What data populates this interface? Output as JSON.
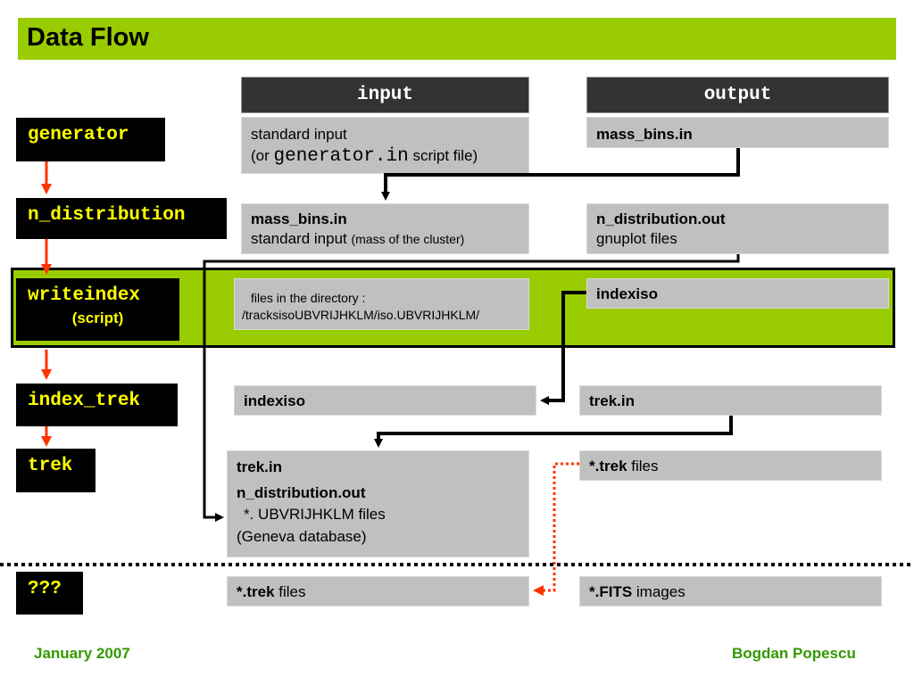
{
  "title": "Data Flow",
  "columns": {
    "input": "input",
    "output": "output"
  },
  "steps": {
    "generator": "generator",
    "n_distribution": "n_distribution",
    "writeindex": "writeindex",
    "writeindex_sub": "(script)",
    "index_trek": "index_trek",
    "trek": "trek",
    "unknown": "???"
  },
  "rows": {
    "generator": {
      "input_line1": "standard input",
      "input_open": "(or ",
      "input_mono": "generator.in",
      "input_close": " script file)",
      "output": "mass_bins.in"
    },
    "n_distribution": {
      "input_bold": "mass_bins.in",
      "input_line2": "standard input ",
      "input_small": "(mass of the cluster)",
      "output_bold": "n_distribution.out",
      "output_line2": "gnuplot files"
    },
    "writeindex": {
      "input_line1": "files in the directory :",
      "input_line2": "/tracksisoUBVRIJHKLM/iso.UBVRIJHKLM/",
      "output": "indexiso"
    },
    "index_trek": {
      "input": "indexiso",
      "output": "trek.in"
    },
    "trek": {
      "input_line1": "trek.in",
      "input_line2": "n_distribution.out",
      "input_line3": "*. UBVRIJHKLM files",
      "input_line4": "(Geneva database)",
      "output_bold": "*.trek",
      "output_rest": " files"
    },
    "unknown": {
      "input_bold": "*.trek",
      "input_rest": " files",
      "output_bold": "*.FITS",
      "output_rest": " images"
    }
  },
  "footer": {
    "date": "January 2007",
    "author": "Bogdan Popescu"
  },
  "colors": {
    "accent": "#99cc00",
    "step_text": "#ffff00",
    "flow_arrow": "#ff3300",
    "footer": "#339900"
  }
}
